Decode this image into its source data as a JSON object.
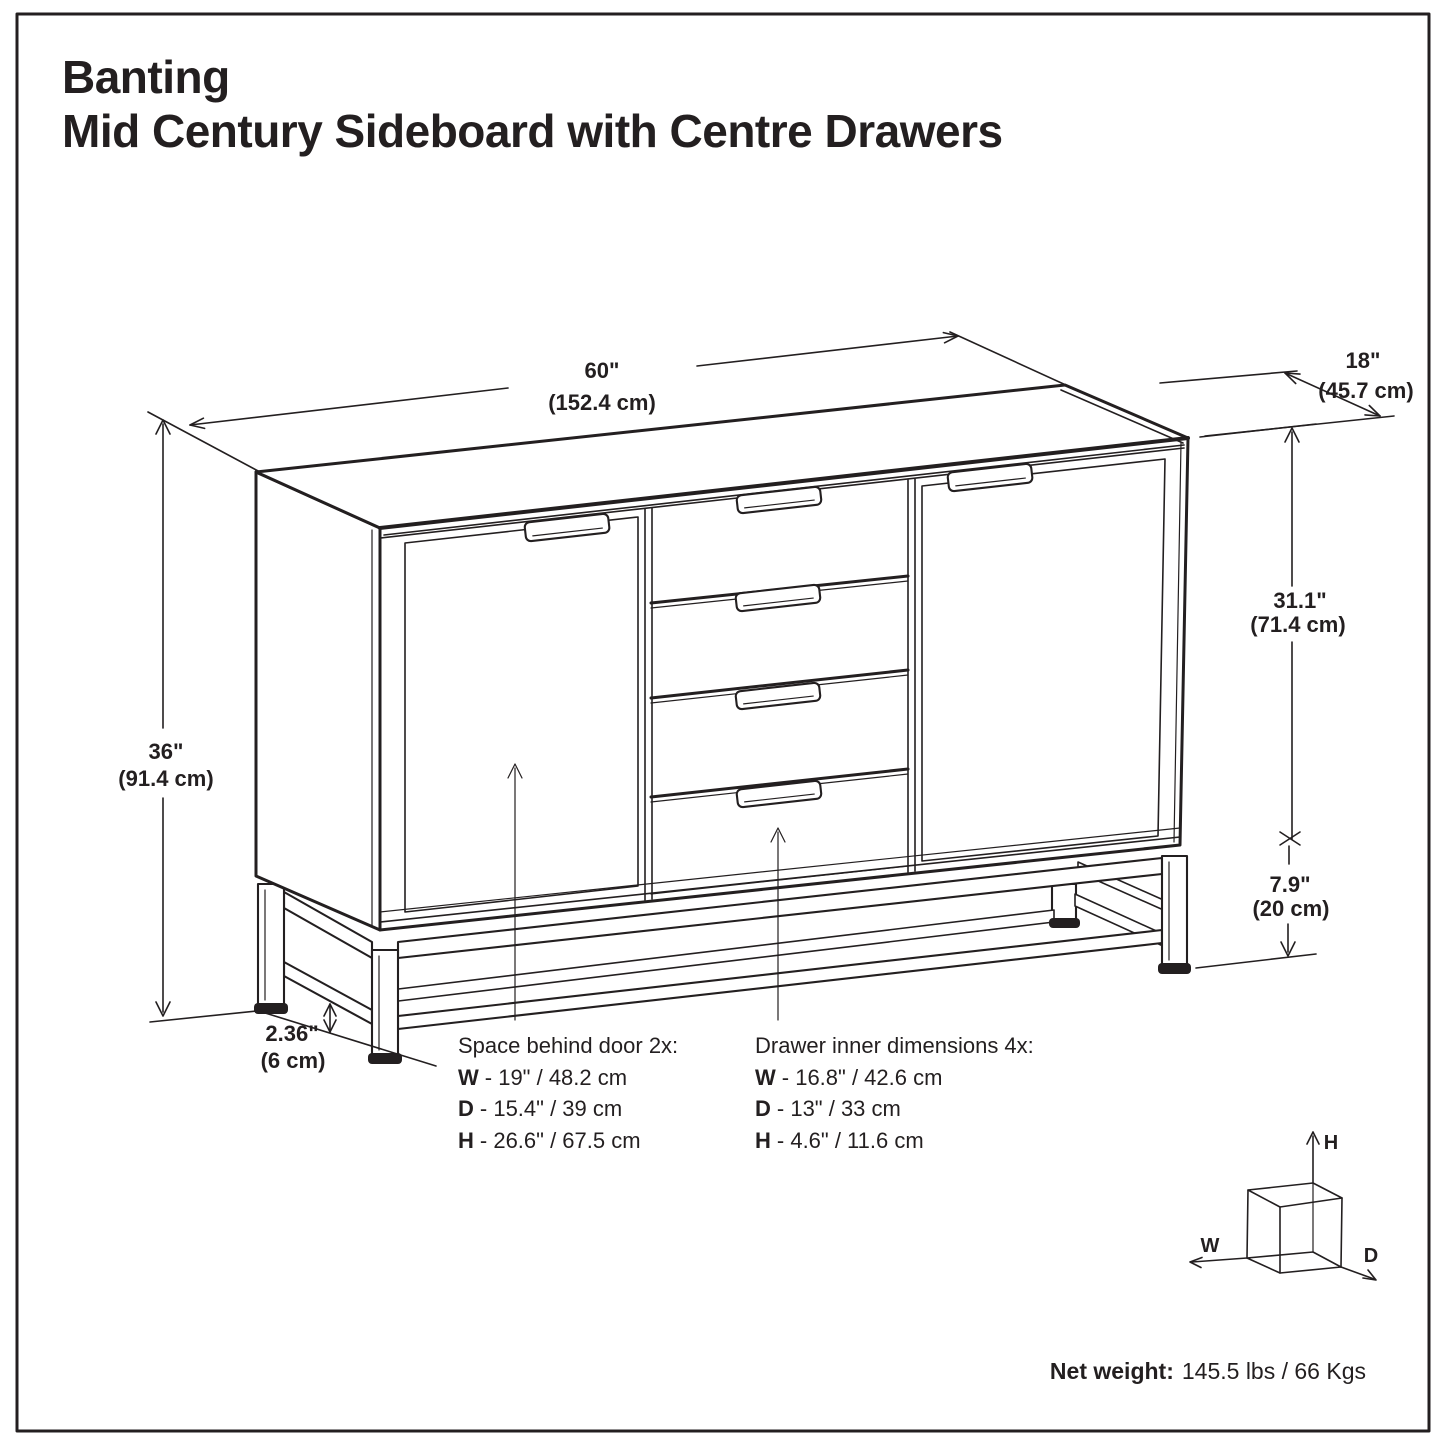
{
  "colors": {
    "line": "#231f20",
    "background": "#ffffff"
  },
  "title": {
    "line1": "Banting",
    "line2": "Mid Century Sideboard with Centre Drawers"
  },
  "dimensions": {
    "width_in": "60\"",
    "width_cm": "(152.4 cm)",
    "depth_in": "18\"",
    "depth_cm": "(45.7 cm)",
    "body_height_in": "31.1\"",
    "body_height_cm": "(71.4 cm)",
    "base_height_in": "7.9\"",
    "base_height_cm": "(20 cm)",
    "total_height_in": "36\"",
    "total_height_cm": "(91.4 cm)",
    "base_clearance_in": "2.36\"",
    "base_clearance_cm": "(6 cm)"
  },
  "door_space": {
    "title": "Space behind door 2x:",
    "rows": [
      {
        "label": "W",
        "value": "- 19\" / 48.2 cm"
      },
      {
        "label": "D",
        "value": "- 15.4\" / 39 cm"
      },
      {
        "label": "H",
        "value": "- 26.6\" / 67.5 cm"
      }
    ]
  },
  "drawer_dimensions": {
    "title": "Drawer inner dimensions 4x:",
    "rows": [
      {
        "label": "W",
        "value": "- 16.8\" / 42.6 cm"
      },
      {
        "label": "D",
        "value": "- 13\" / 33 cm"
      },
      {
        "label": "H",
        "value": "- 4.6\" / 11.6 cm"
      }
    ]
  },
  "net_weight": {
    "label": "Net weight:",
    "value": "145.5 lbs / 66 Kgs"
  },
  "axis_cube": {
    "h": "H",
    "w": "W",
    "d": "D"
  }
}
